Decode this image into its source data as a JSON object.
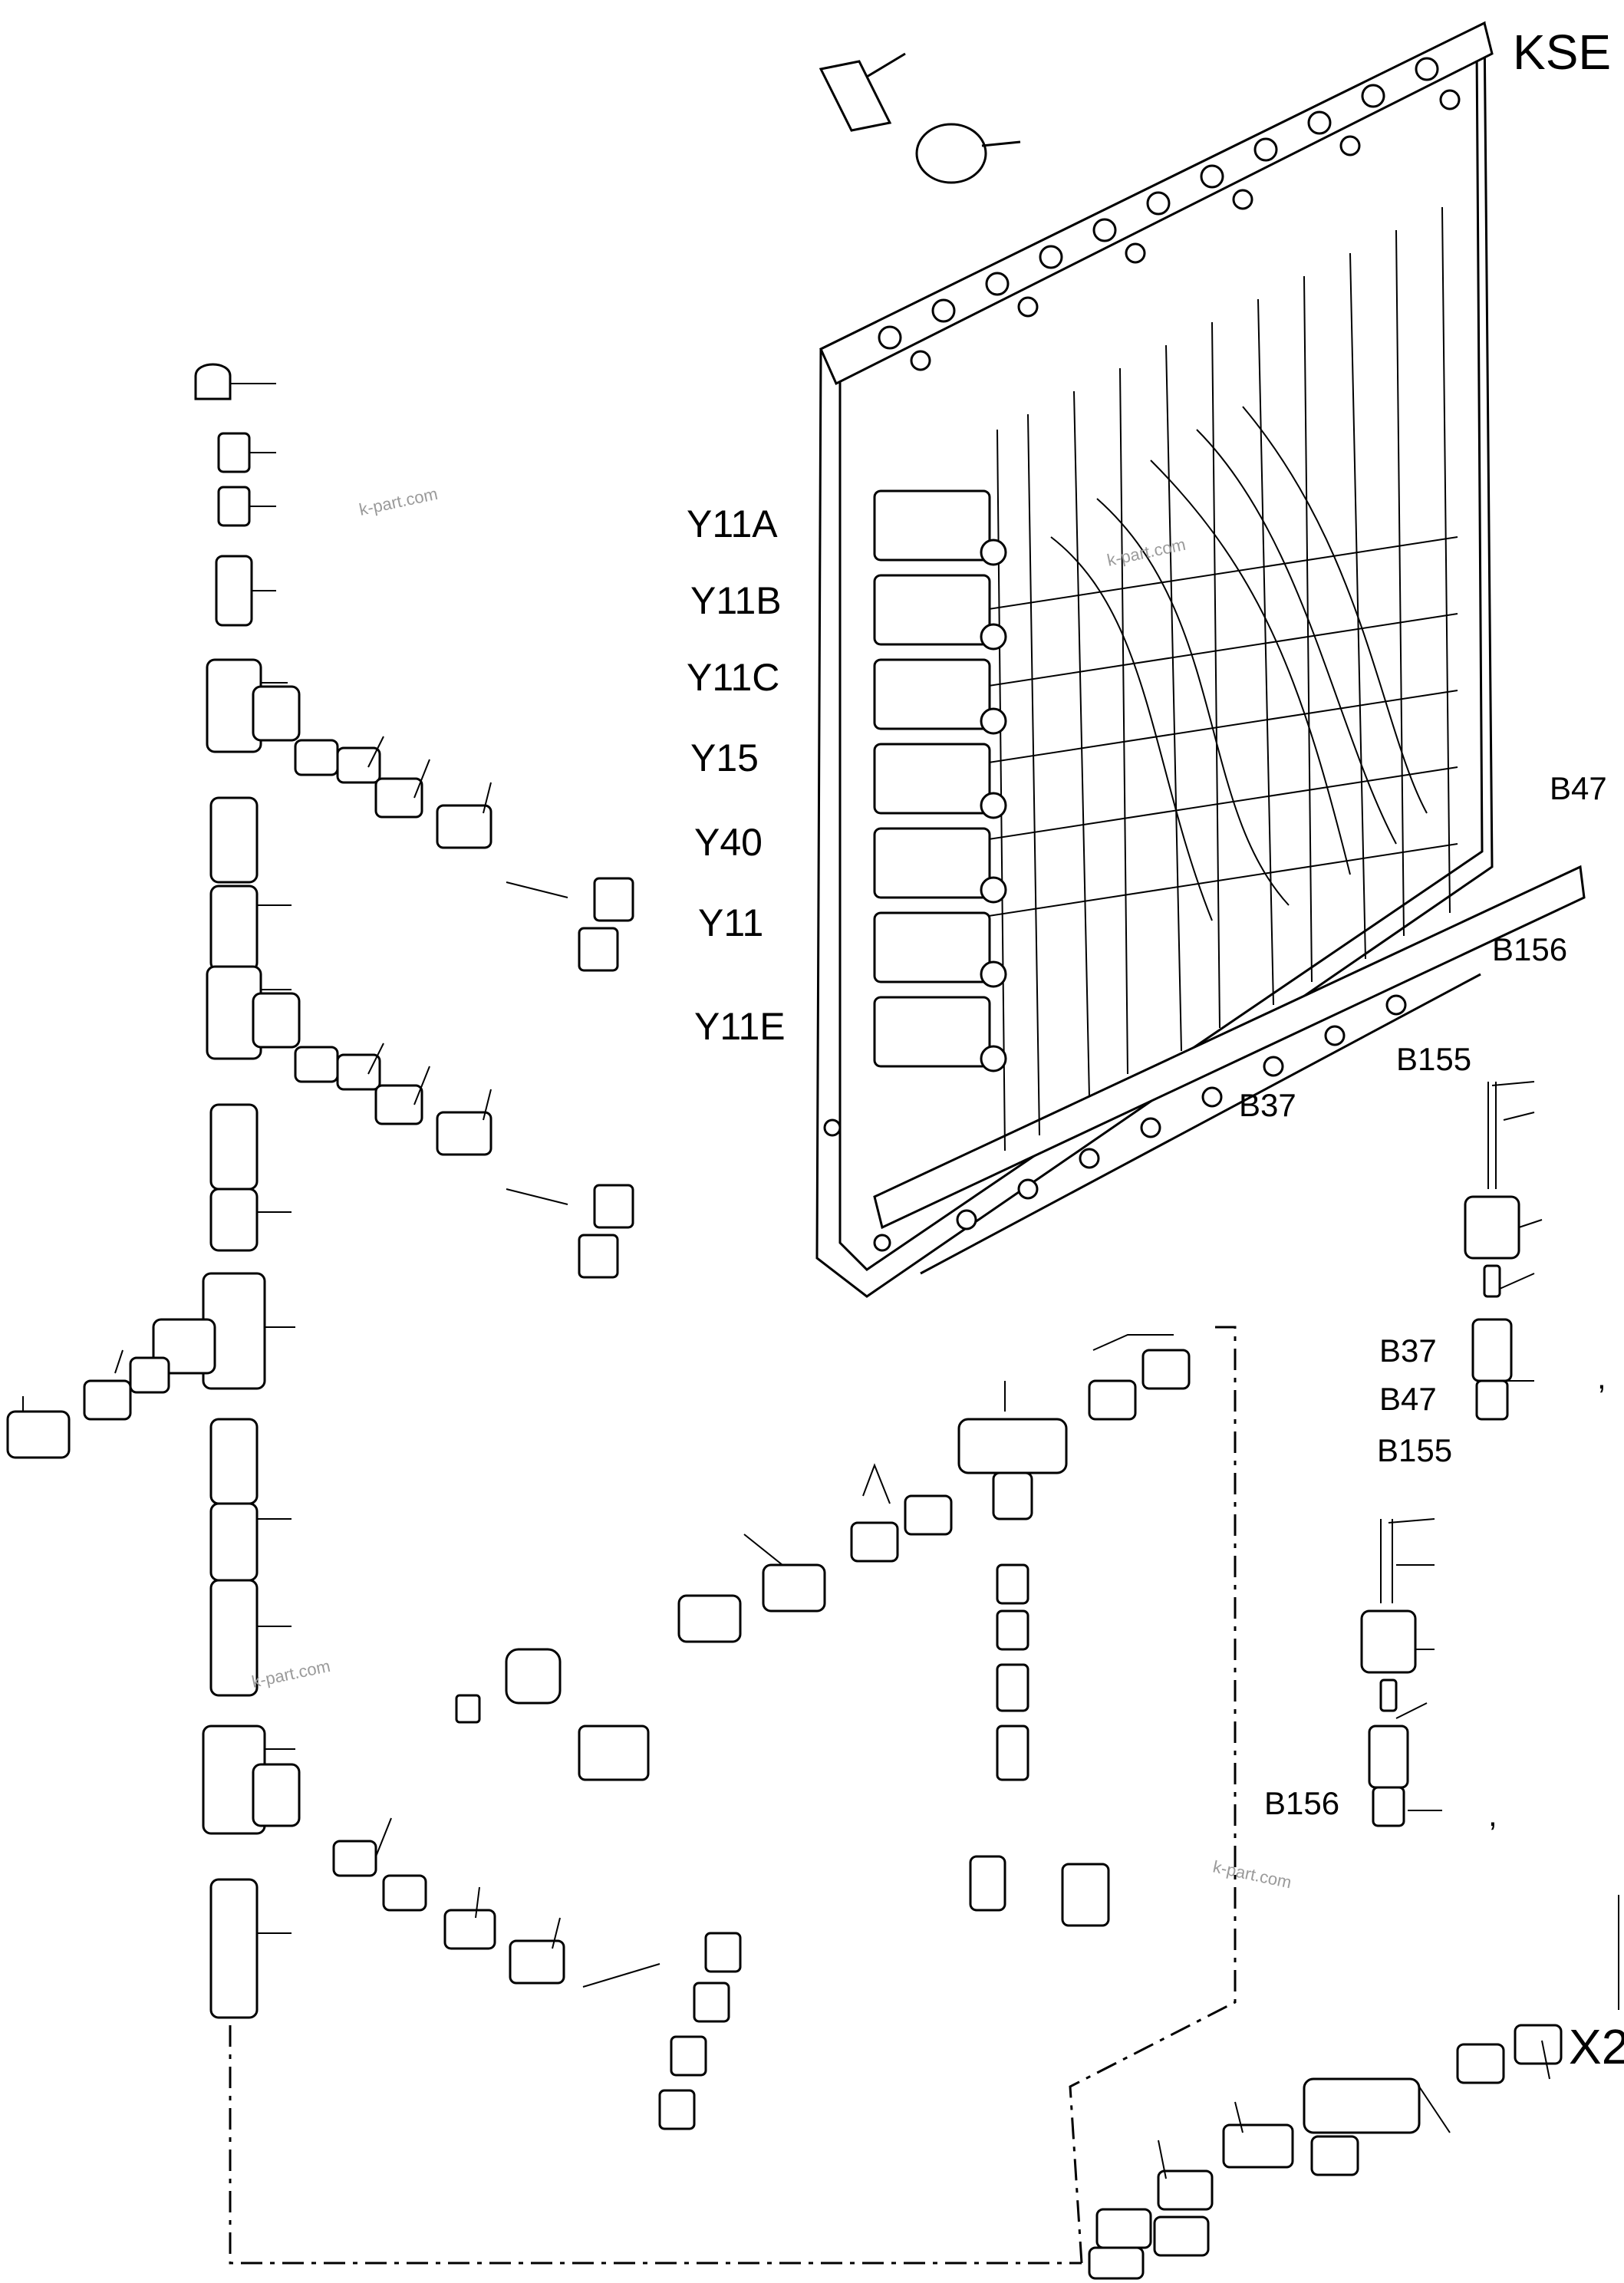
{
  "labels": {
    "kse": "KSE",
    "y11a": "Y11A",
    "y11b": "Y11B",
    "y11c": "Y11C",
    "y15": "Y15",
    "y40": "Y40",
    "y11": "Y11",
    "y11e": "Y11E",
    "b47_top": "B47",
    "b156_top": "B156",
    "b155_top": "B155",
    "b37_top": "B37",
    "b37_side": "B37",
    "b47_side": "B47",
    "b155_side": "B155",
    "b156_side": "B156",
    "x2": "X2",
    "comma_1": ",",
    "comma_2": ","
  },
  "watermarks": {
    "wm1": "k-part.com",
    "wm2": "k-part.com",
    "wm3": "k-part.com",
    "wm4": "k-part.com"
  }
}
